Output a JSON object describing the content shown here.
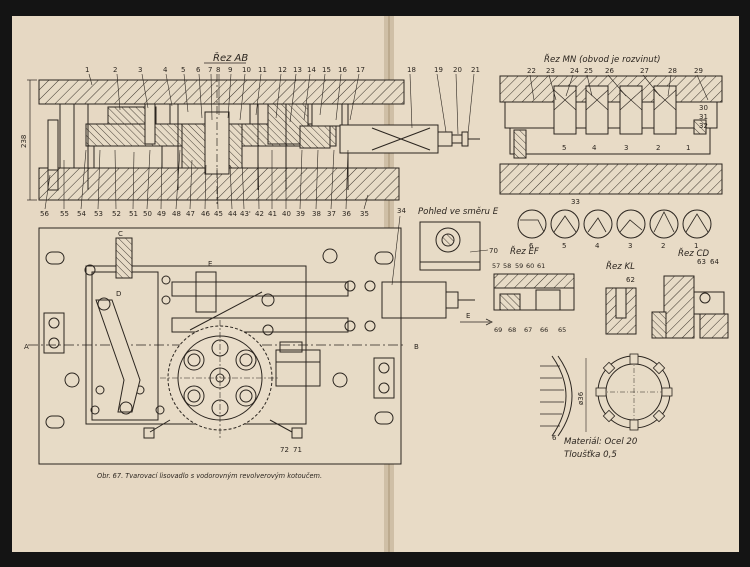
{
  "section_ab": {
    "title": "Řez AB"
  },
  "section_mn": {
    "title": "Řez MN (obvod je rozvinut)"
  },
  "view_e": {
    "title": "Pohled ve směru E"
  },
  "section_ef": {
    "title": "Řez EF"
  },
  "section_kl": {
    "title": "Řez KL"
  },
  "section_cd": {
    "title": "Řez CD"
  },
  "dimension_height": "238",
  "dimension_diameter": "ø36",
  "dimension_small": "6",
  "callouts_top": [
    "1",
    "2",
    "3",
    "4",
    "5",
    "6",
    "7",
    "8",
    "9",
    "10",
    "11",
    "12",
    "13",
    "14",
    "15",
    "16",
    "17",
    "18",
    "19",
    "20",
    "21"
  ],
  "callouts_bottom": [
    "56",
    "55",
    "54",
    "53",
    "52",
    "51",
    "50",
    "49",
    "48",
    "47",
    "46",
    "45",
    "44",
    "43'",
    "42",
    "41",
    "40",
    "39",
    "38",
    "37",
    "36",
    "35"
  ],
  "callouts_mn": [
    "22",
    "23",
    "24",
    "25",
    "26",
    "27",
    "28",
    "29",
    "30",
    "31",
    "32"
  ],
  "callouts_mn_inside": [
    "5",
    "4",
    "3",
    "2",
    "1"
  ],
  "callout_33": "33",
  "callout_34": "34",
  "callout_70": "70",
  "callouts_ef_top": [
    "57",
    "58",
    "59",
    "60",
    "61"
  ],
  "callouts_ef_bottom": [
    "69",
    "68",
    "67",
    "66",
    "65"
  ],
  "callout_62": "62",
  "callouts_cd": [
    "63",
    "64"
  ],
  "callouts_plan_bottom": [
    "72",
    "71"
  ],
  "punch_labels": [
    "6",
    "5",
    "4",
    "3",
    "2",
    "1"
  ],
  "plan_letters": {
    "a": "A",
    "b": "B",
    "c": "C",
    "d": "D",
    "e": "E"
  },
  "arrow_e": "E",
  "material_line1": "Materiál: Ocel 20",
  "material_line2": "Tloušťka 0,5",
  "caption": "Obr. 67. Tvarovací lisovadlo s vodorovným revolverovým kotoučem."
}
